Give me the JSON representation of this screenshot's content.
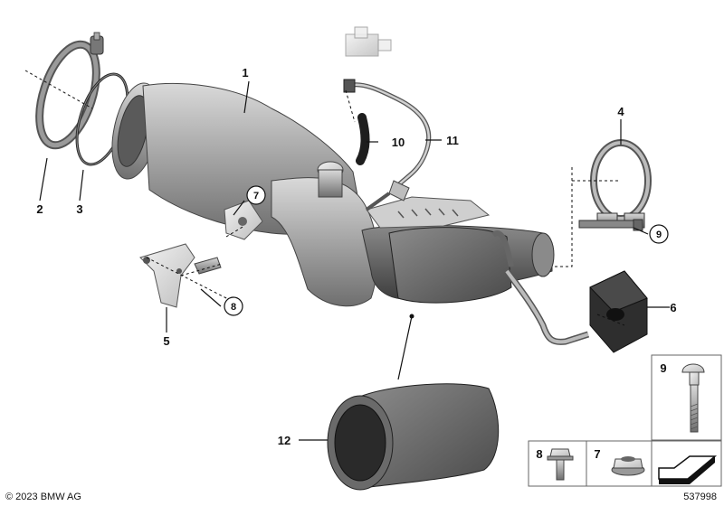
{
  "callouts": {
    "c1": "1",
    "c2": "2",
    "c3": "3",
    "c4": "4",
    "c5": "5",
    "c6": "6",
    "c7": "7",
    "c8": "8",
    "c9": "9",
    "c10": "10",
    "c11": "11",
    "c12": "12"
  },
  "legend": {
    "l9": "9",
    "l8": "8",
    "l7": "7"
  },
  "footer": {
    "copyright": "© 2023 BMW AG",
    "diagram_id": "537998"
  }
}
